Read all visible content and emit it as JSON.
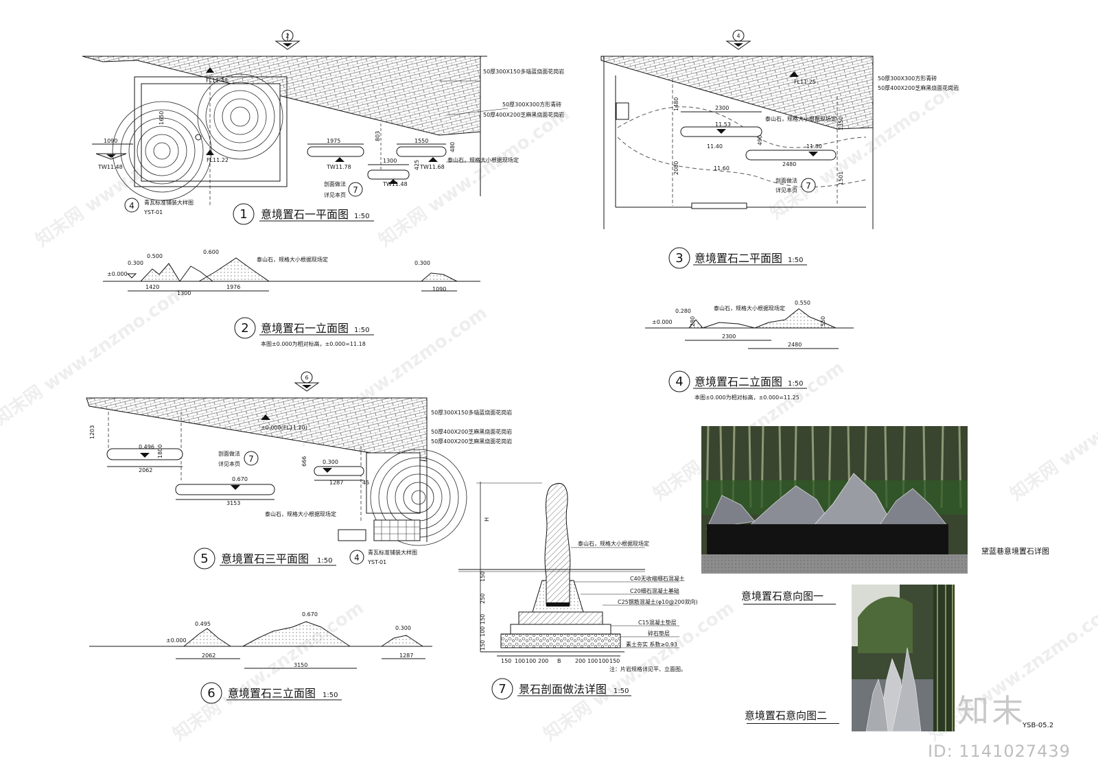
{
  "views": {
    "v1": {
      "num": "1",
      "title": "意境置石一平面图",
      "scale": "1:50"
    },
    "v2": {
      "num": "2",
      "title": "意境置石一立面图",
      "scale": "1:50",
      "note": "本图±0.000为相对标高，±0.000=11.18"
    },
    "v3": {
      "num": "3",
      "title": "意境置石二平面图",
      "scale": "1:50"
    },
    "v4": {
      "num": "4",
      "title": "意境置石二立面图",
      "scale": "1:50",
      "note": "本图±0.000为相对标高，±0.000=11.25"
    },
    "v5": {
      "num": "5",
      "title": "意境置石三平面图",
      "scale": "1:50"
    },
    "v6": {
      "num": "6",
      "title": "意境置石三立面图",
      "scale": "1:50"
    },
    "v7": {
      "num": "7",
      "title": "景石剖面做法详图",
      "scale": "1:50"
    }
  },
  "labels": {
    "paving_150_blue": "50厚300X150多瑙蓝烧面花岗岩",
    "paving_300_green": "50厚300X300方形青砖",
    "paving_400_black": "50厚400X200芝麻黑烧面花岗岩",
    "taishan_stone": "泰山石，规格大小根据现场定",
    "section_ref_1": "剖面做法",
    "section_ref_2": "详见本页",
    "section_ref_num": "7",
    "tile_ref": "青瓦标准铺装大样图",
    "tile_ref_num": "4",
    "tile_ref_code": "YST-01",
    "section_note": "注：片岩规格详见平、立面图。",
    "photo_caption_main": "黛蓝巷意境置石详图",
    "photo1_caption": "意境置石意向图一",
    "photo2_caption": "意境置石意向图二",
    "sheet_code": "YSB-05.2",
    "id_text": "ID: 1141027439",
    "logo_text": "知末"
  },
  "v1_dims": {
    "fl1": "FL11.48",
    "fl2": "FL11.22",
    "tw1": "TW11.48",
    "tw2": "TW11.78",
    "tw3": "TW11.68",
    "tw4": "TW11.48",
    "d1090": "1090",
    "d1975": "1975",
    "d1550": "1550",
    "d1300": "1300",
    "d803": "803",
    "d480": "480",
    "d425": "425",
    "d1650": "1650"
  },
  "v2_dims": {
    "e0": "±0.000",
    "e300": "0.300",
    "e500": "0.500",
    "e600": "0.600",
    "e300b": "0.300",
    "d1420": "1420",
    "d1300": "1300",
    "d1976": "1976",
    "d1090": "1090"
  },
  "v3_dims": {
    "fl": "FL11.25",
    "d2300": "2300",
    "d2480": "2480",
    "d1480": "1480",
    "d2080": "2080",
    "d1350": "1350",
    "d1501": "1501",
    "d490": "490",
    "e1153": "11.53",
    "e1140": "11.40",
    "e1180": "11.80",
    "e1160": "11.60"
  },
  "v4_dims": {
    "e0": "±0.000",
    "e280": "0.280",
    "e550": "0.550",
    "d2300": "2300",
    "d2480": "2480",
    "d550": "550",
    "d280": "280"
  },
  "v5_dims": {
    "fl": "±0.000(FL11.20)",
    "e496": "0.496",
    "e670": "0.670",
    "e300": "0.300",
    "d2062": "2062",
    "d3153": "3153",
    "d1287": "1287",
    "d1800": "1800",
    "d1203": "1203",
    "d666": "666",
    "d45": "45"
  },
  "v6_dims": {
    "e0": "±0.000",
    "e495": "0.495",
    "e670": "0.670",
    "e300": "0.300",
    "d2062": "2062",
    "d3150": "3150",
    "d1287": "1287"
  },
  "v7_layers": [
    "C40无收缩细石混凝土",
    "C20细石混凝土基础",
    "C25钢筋混凝土(φ10@200双向)",
    "C15混凝土垫层",
    "碎石垫层",
    "素土夯实 系数≥0.93"
  ],
  "v7_dims": {
    "h": "H",
    "d150a": "150",
    "d250": "250",
    "d150b": "150",
    "d100": "100",
    "d150c": "150",
    "bottom": [
      "150",
      "100",
      "100",
      "200",
      "B",
      "200",
      "100",
      "100",
      "150"
    ]
  },
  "section_marks": {
    "m1": "2",
    "m2": "4",
    "m3": "6"
  }
}
